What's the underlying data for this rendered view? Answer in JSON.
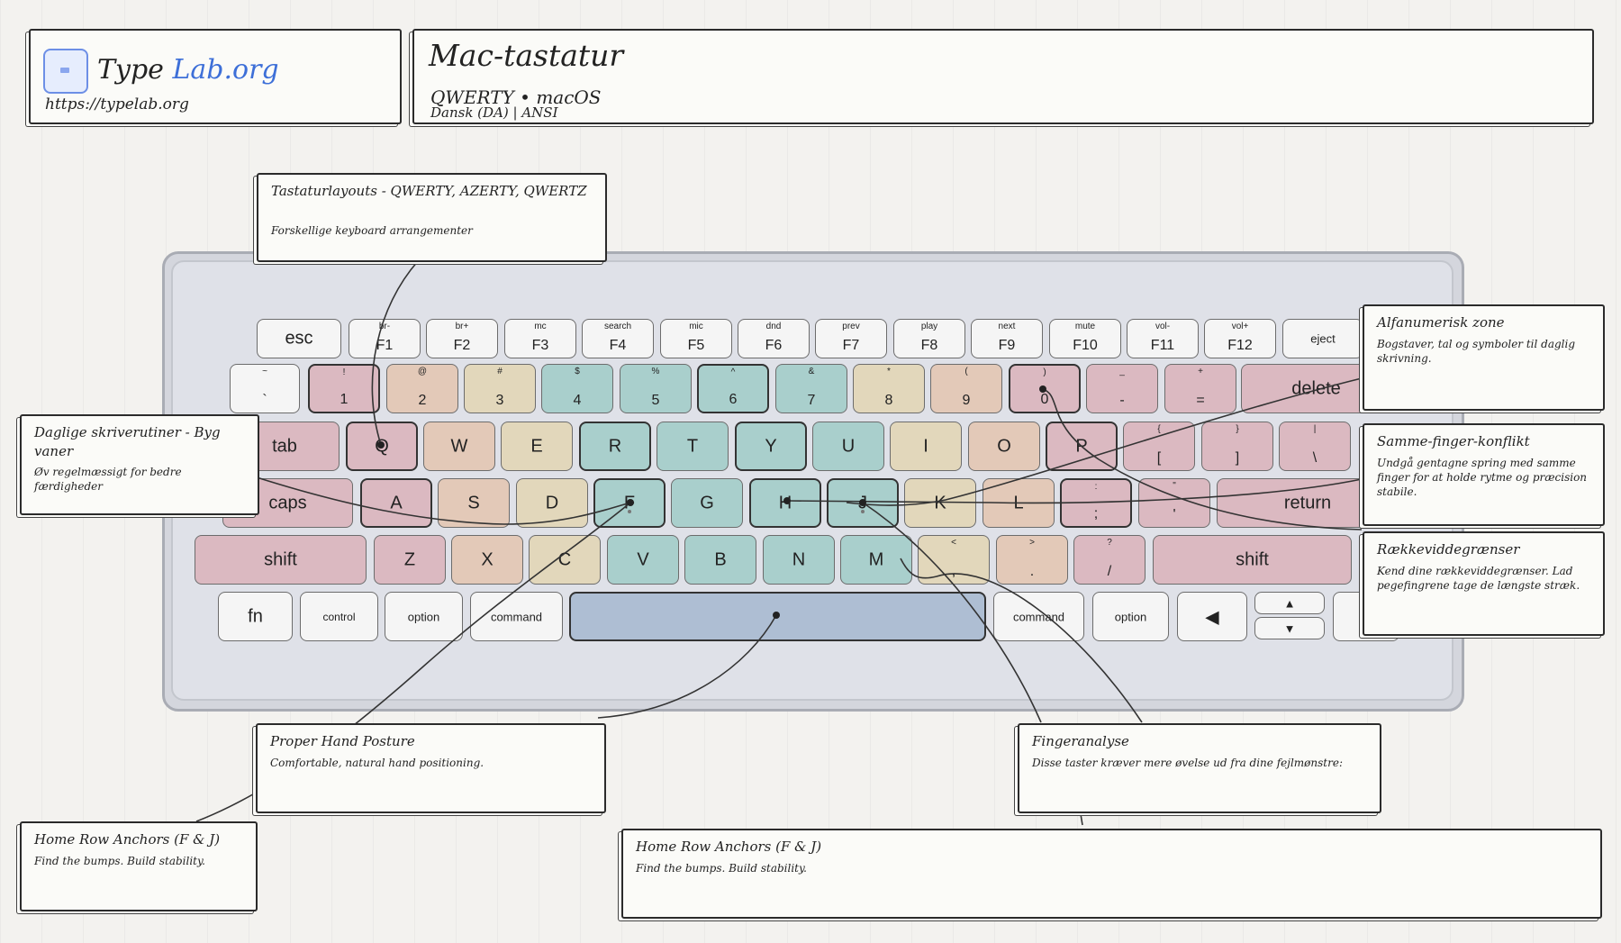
{
  "brand": {
    "name_part1": "Type",
    "name_part2": "Lab.org",
    "url": "https://typelab.org"
  },
  "header": {
    "title": "Mac-tastatur",
    "subtitle1": "QWERTY • macOS",
    "subtitle2": "Dansk (DA) | ANSI"
  },
  "colors": {
    "pinky": "#dbb9c1",
    "ring": "#e3c9b8",
    "middle": "#e2d7bb",
    "index": "#a9cfcc",
    "neutral": "#f5f5f5",
    "space": "#aebed3",
    "background": "#f3f2ef"
  },
  "keyboard": {
    "fn_row": [
      {
        "main": "esc",
        "sub": ""
      },
      {
        "main": "F1",
        "sub": "br-"
      },
      {
        "main": "F2",
        "sub": "br+"
      },
      {
        "main": "F3",
        "sub": "mc"
      },
      {
        "main": "F4",
        "sub": "search"
      },
      {
        "main": "F5",
        "sub": "mic"
      },
      {
        "main": "F6",
        "sub": "dnd"
      },
      {
        "main": "F7",
        "sub": "prev"
      },
      {
        "main": "F8",
        "sub": "play"
      },
      {
        "main": "F9",
        "sub": "next"
      },
      {
        "main": "F10",
        "sub": "mute"
      },
      {
        "main": "F11",
        "sub": "vol-"
      },
      {
        "main": "F12",
        "sub": "vol+"
      },
      {
        "main": "eject",
        "sub": ""
      }
    ],
    "number_row": [
      {
        "main": "`",
        "sub": "~",
        "finger": "neutral"
      },
      {
        "main": "1",
        "sub": "!",
        "finger": "pinky"
      },
      {
        "main": "2",
        "sub": "@",
        "finger": "ring"
      },
      {
        "main": "3",
        "sub": "#",
        "finger": "middle"
      },
      {
        "main": "4",
        "sub": "$",
        "finger": "index"
      },
      {
        "main": "5",
        "sub": "%",
        "finger": "index"
      },
      {
        "main": "6",
        "sub": "^",
        "finger": "index"
      },
      {
        "main": "7",
        "sub": "&",
        "finger": "index"
      },
      {
        "main": "8",
        "sub": "*",
        "finger": "middle"
      },
      {
        "main": "9",
        "sub": "(",
        "finger": "ring"
      },
      {
        "main": "0",
        "sub": ")",
        "finger": "pinky"
      },
      {
        "main": "-",
        "sub": "_",
        "finger": "pinky"
      },
      {
        "main": "=",
        "sub": "+",
        "finger": "pinky"
      },
      {
        "main": "delete",
        "sub": "",
        "finger": "pinky"
      }
    ],
    "top_row": [
      {
        "main": "tab",
        "sub": ""
      },
      {
        "main": "Q",
        "sub": ""
      },
      {
        "main": "W",
        "sub": ""
      },
      {
        "main": "E",
        "sub": ""
      },
      {
        "main": "R",
        "sub": ""
      },
      {
        "main": "T",
        "sub": ""
      },
      {
        "main": "Y",
        "sub": ""
      },
      {
        "main": "U",
        "sub": ""
      },
      {
        "main": "I",
        "sub": ""
      },
      {
        "main": "O",
        "sub": ""
      },
      {
        "main": "P",
        "sub": ""
      },
      {
        "main": "[",
        "sub": "{"
      },
      {
        "main": "]",
        "sub": "}"
      },
      {
        "main": "\\",
        "sub": "|"
      }
    ],
    "home_row": [
      {
        "main": "caps",
        "sub": ""
      },
      {
        "main": "A",
        "sub": ""
      },
      {
        "main": "S",
        "sub": ""
      },
      {
        "main": "D",
        "sub": ""
      },
      {
        "main": "F",
        "sub": ""
      },
      {
        "main": "G",
        "sub": ""
      },
      {
        "main": "H",
        "sub": ""
      },
      {
        "main": "J",
        "sub": ""
      },
      {
        "main": "K",
        "sub": ""
      },
      {
        "main": "L",
        "sub": ""
      },
      {
        "main": ";",
        "sub": ":"
      },
      {
        "main": "'",
        "sub": "\""
      },
      {
        "main": "return",
        "sub": ""
      }
    ],
    "bottom_row": [
      {
        "main": "shift",
        "sub": ""
      },
      {
        "main": "Z",
        "sub": ""
      },
      {
        "main": "X",
        "sub": ""
      },
      {
        "main": "C",
        "sub": ""
      },
      {
        "main": "V",
        "sub": ""
      },
      {
        "main": "B",
        "sub": ""
      },
      {
        "main": "N",
        "sub": ""
      },
      {
        "main": "M",
        "sub": ""
      },
      {
        "main": ",",
        "sub": "<"
      },
      {
        "main": ".",
        "sub": ">"
      },
      {
        "main": "/",
        "sub": "?"
      },
      {
        "main": "shift",
        "sub": ""
      }
    ],
    "mod_row": [
      {
        "main": "fn"
      },
      {
        "main": "control"
      },
      {
        "main": "option"
      },
      {
        "main": "command"
      },
      {
        "main": ""
      },
      {
        "main": "command"
      },
      {
        "main": "option"
      },
      {
        "main": "◀"
      },
      {
        "main": "▲"
      },
      {
        "main": "▼"
      },
      {
        "main": "▶"
      }
    ]
  },
  "callouts": [
    {
      "id": "layouts",
      "title": "Tastaturlayouts - QWERTY, AZERTY, QWERTZ",
      "desc": "Forskellige keyboard arrangementer"
    },
    {
      "id": "routines",
      "title": "Daglige skriverutiner - Byg vaner",
      "desc": "Øv regelmæssigt for bedre færdigheder"
    },
    {
      "id": "alnum",
      "title": "Alfanumerisk zone",
      "desc": "Bogstaver, tal og symboler til daglig skrivning."
    },
    {
      "id": "samefinger",
      "title": "Samme-finger-konflikt",
      "desc": "Undgå gentagne spring med samme finger for at holde rytme og præcision stabile."
    },
    {
      "id": "reach",
      "title": "Rækkeviddegrænser",
      "desc": "Kend dine rækkeviddegrænser. Lad pegefingrene tage de længste stræk."
    },
    {
      "id": "posture",
      "title": "Proper Hand Posture",
      "desc": "Comfortable, natural hand positioning."
    },
    {
      "id": "finger",
      "title": "Fingeranalyse",
      "desc": "Disse taster kræver mere øvelse ud fra dine fejlmønstre:"
    },
    {
      "id": "anchors1",
      "title": "Home Row Anchors (F & J)",
      "desc": "Find the bumps. Build stability."
    },
    {
      "id": "anchors2",
      "title": "Home Row Anchors (F & J)",
      "desc": "Find the bumps. Build stability."
    }
  ]
}
